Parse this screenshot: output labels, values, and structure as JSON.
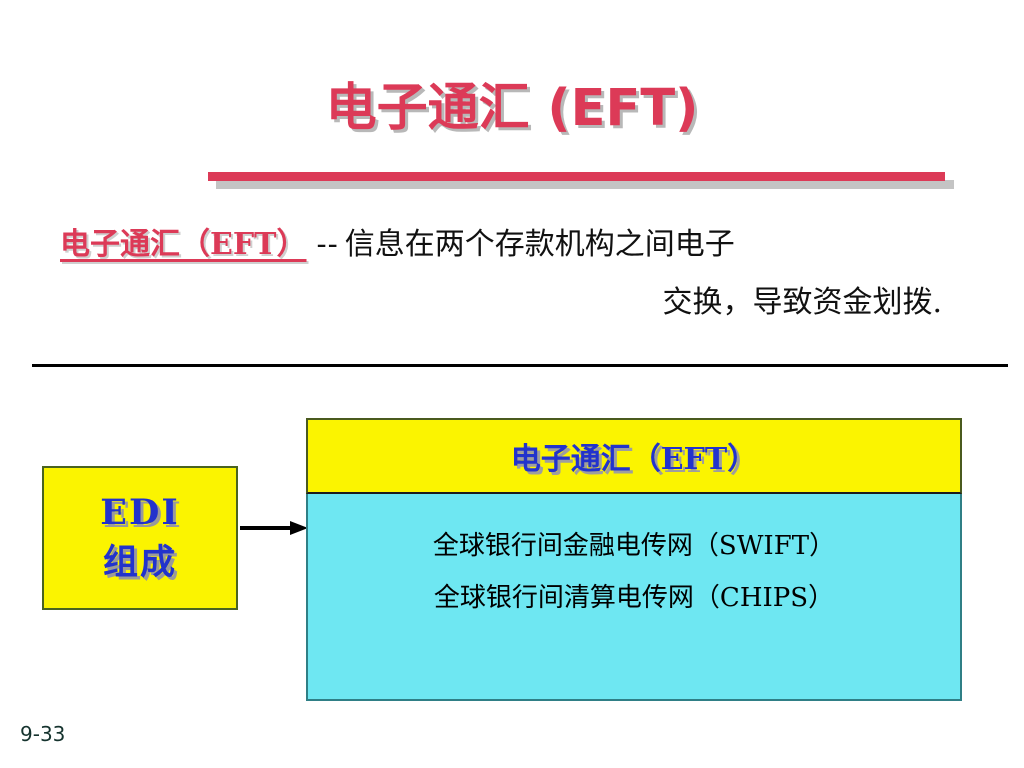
{
  "slide": {
    "title": "电子通汇 (EFT)",
    "page_number": "9-33",
    "accent_color": "#DC3A57",
    "rule_shadow_color": "#c4c4c4",
    "divider_color": "#000000"
  },
  "subtitle": {
    "term": "电子通汇（EFT）",
    "dashes": "--",
    "line1_rest": "信息在两个存款机构之间电子",
    "line2": "交换，导致资金划拨.",
    "term_color": "#DC3A57",
    "body_color": "#111111"
  },
  "diagram": {
    "edi_box": {
      "line1": "EDI",
      "line2": "组成",
      "fill_color": "#FBF400",
      "border_color": "#4a6320",
      "text_color": "#2233CC"
    },
    "arrow": {
      "label": "arrow-right",
      "color": "#000000"
    },
    "eft_panel": {
      "header": "电子通汇（EFT）",
      "header_fill_color": "#FBF400",
      "header_text_color": "#2233CC",
      "body_fill_color": "#6EE7F2",
      "body_border_color": "#2f7f86",
      "items": [
        "全球银行间金融电传网（SWIFT）",
        "全球银行间清算电传网（CHIPS）"
      ]
    }
  }
}
